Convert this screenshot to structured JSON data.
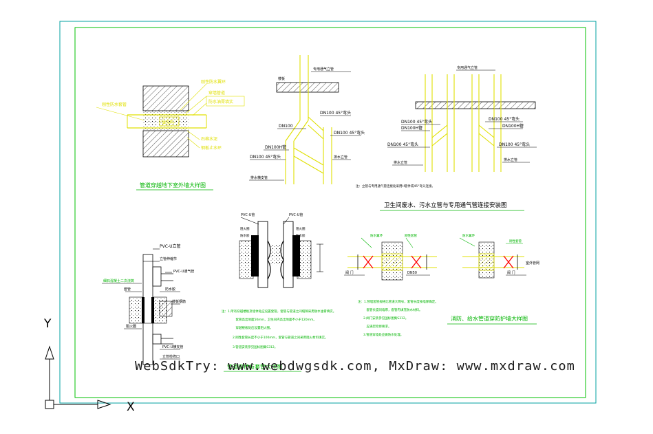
{
  "labels": {
    "title_wall_detail": "管道穿越地下室外墙大样图",
    "title_vent_connection": "卫生间废水、污水立管与专用通气管连接安装图",
    "title_floor_sleeve": "管道穿楼板套管大样图",
    "title_fire_water": "消防、给水管道穿防护墙大样图",
    "label_dn100": "DN100",
    "label_dn100_45": "DN100 45°弯头",
    "label_pvcu_pipe": "PVC-U立管",
    "label_pvcu_vent": "PVC-U通气管",
    "label_valve": "阀 门",
    "label_sleeve": "刚性防水套管"
  },
  "notes": {
    "note1": "注：1.所有穿越楼板及墙体处应设置套管，套管与管道之间缝隙采用防水油膏填实。",
    "note2": "注：1.预埋套管规格比管道大两号，套管长度按墙厚确定。",
    "note3": "注：立管与专用通气管连接处采用H管件或45°弯头连接。"
  },
  "watermark": "WebSdkTry: www.webdwgsdk.com, MxDraw: www.mxdraw.com",
  "ucs": {
    "x_label": "X",
    "y_label": "Y"
  },
  "colors": {
    "background": "#ffffff",
    "border_outer": "#00a0a0",
    "border_inner": "#00c000",
    "text_green": "#00b400",
    "pipe_yellow": "#e0e000",
    "dim_black": "#000000",
    "valve_red": "#ff0000",
    "magenta": "#c000c0",
    "watermark": "#1a1a1a"
  }
}
